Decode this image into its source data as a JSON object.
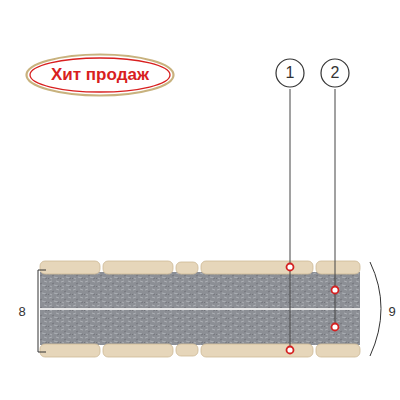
{
  "diagram": {
    "nodes": [
      {
        "text": [
          "Хит продаж"
        ]
      },
      {
        "text": [
          "1"
        ]
      },
      {
        "text": [
          "2"
        ]
      }
    ],
    "labels": [
      "8",
      "9"
    ]
  }
}
